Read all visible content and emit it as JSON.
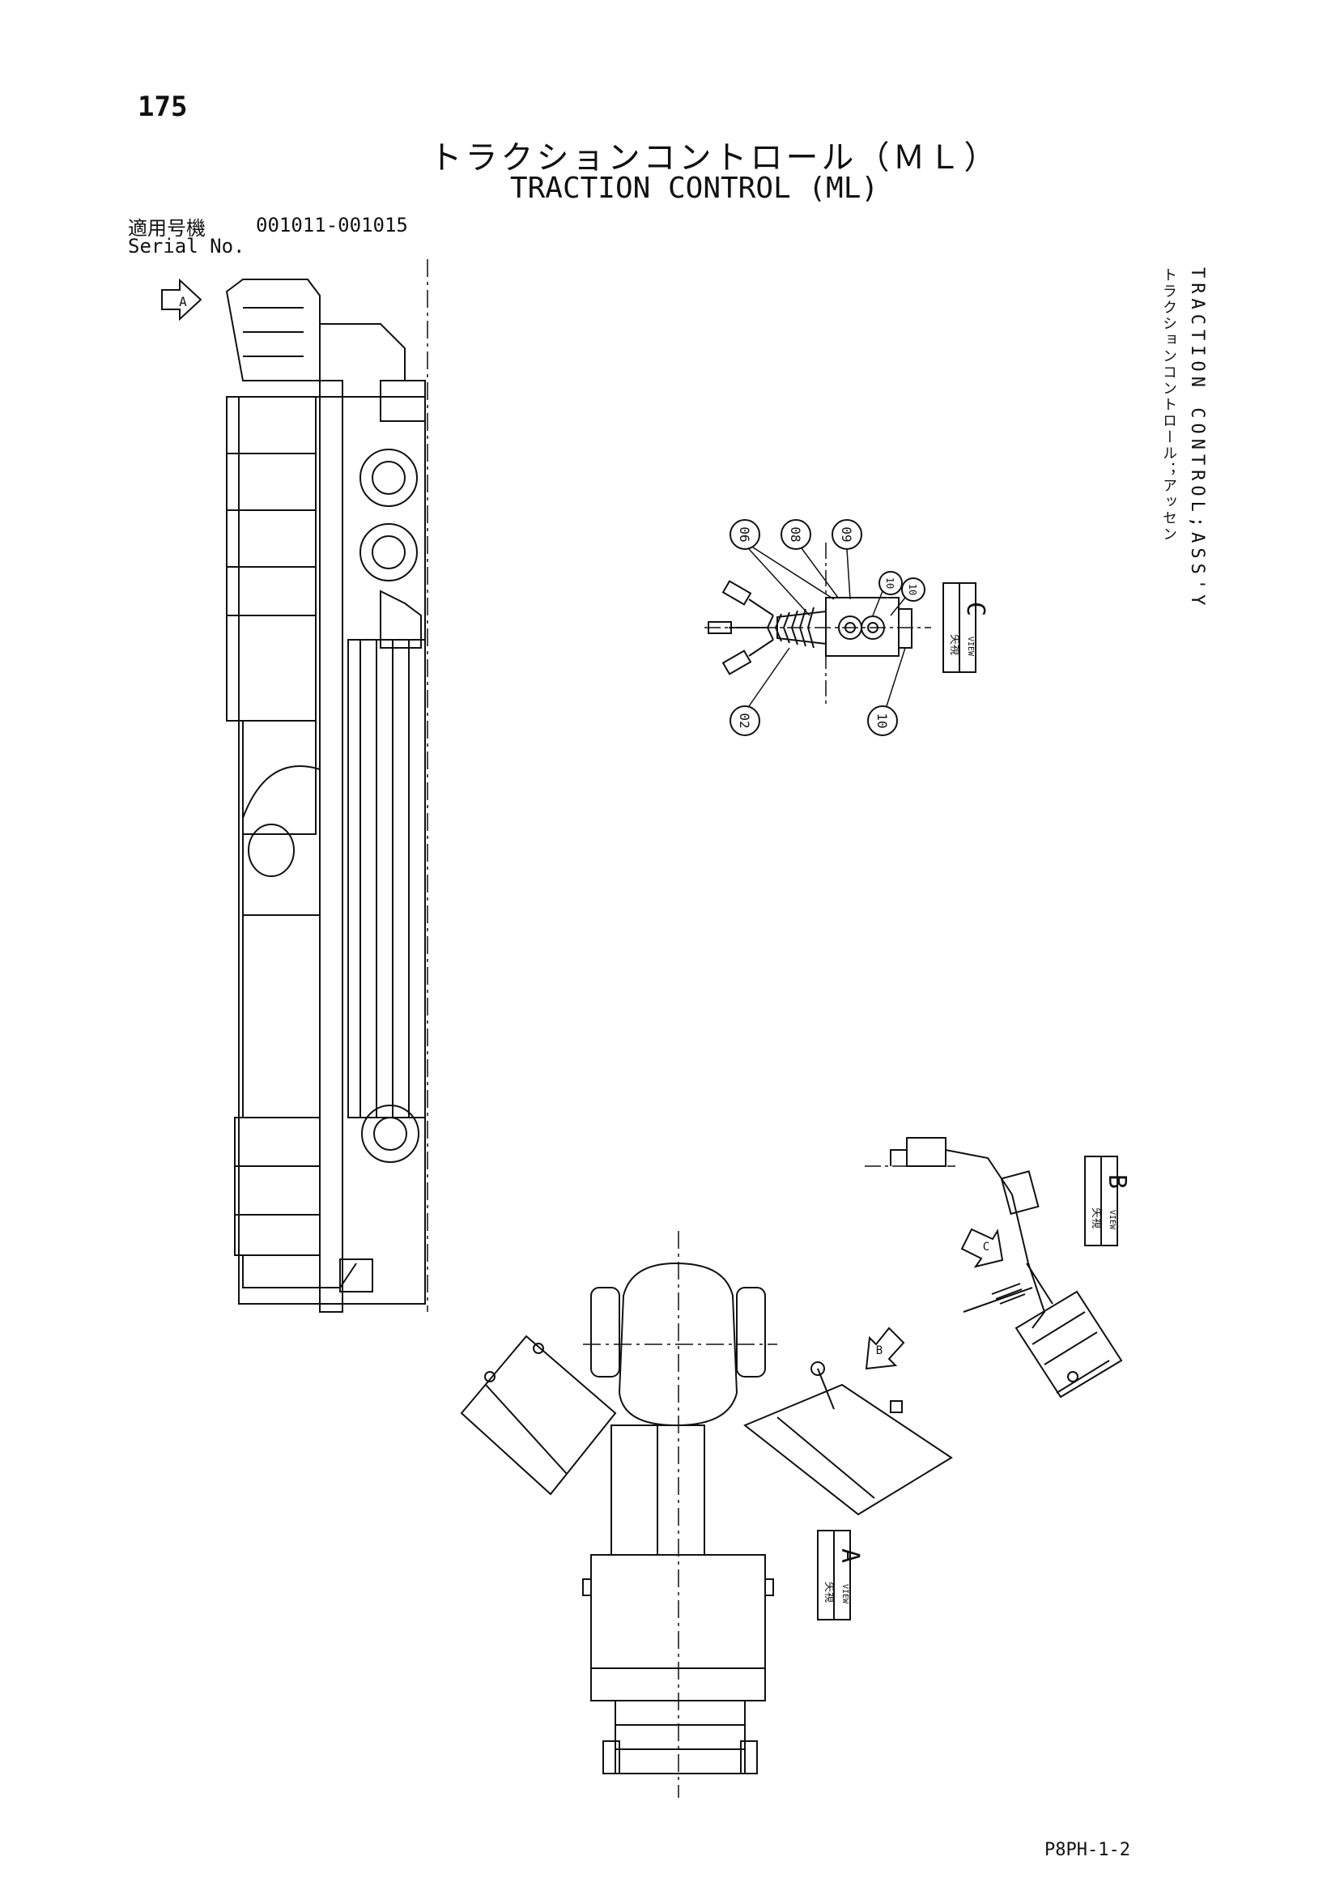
{
  "page": {
    "number": "175",
    "title_jp": "トラクションコントロール（ＭＬ）",
    "title_en": "TRACTION CONTROL (ML)",
    "serial_label_jp": "適用号機",
    "serial_range": "001011-001015",
    "serial_label_en": "Serial No.",
    "side_label_jp": "トラクションコントロール；アッセン",
    "side_label_en": "TRACTION CONTROL;ASS'Y",
    "drawing_code": "P8PH-1-2"
  },
  "callouts": [
    "06",
    "08",
    "09",
    "10",
    "10",
    "02",
    "10"
  ],
  "views": [
    {
      "letter": "A",
      "caption_jp": "矢視",
      "caption_en": "VIEW"
    },
    {
      "letter": "B",
      "caption_jp": "矢視",
      "caption_en": "VIEW"
    },
    {
      "letter": "C",
      "caption_jp": "矢視",
      "caption_en": "VIEW"
    }
  ],
  "view_arrows": [
    "A",
    "B",
    "C"
  ],
  "colors": {
    "ink": "#111111",
    "paper": "#ffffff"
  }
}
